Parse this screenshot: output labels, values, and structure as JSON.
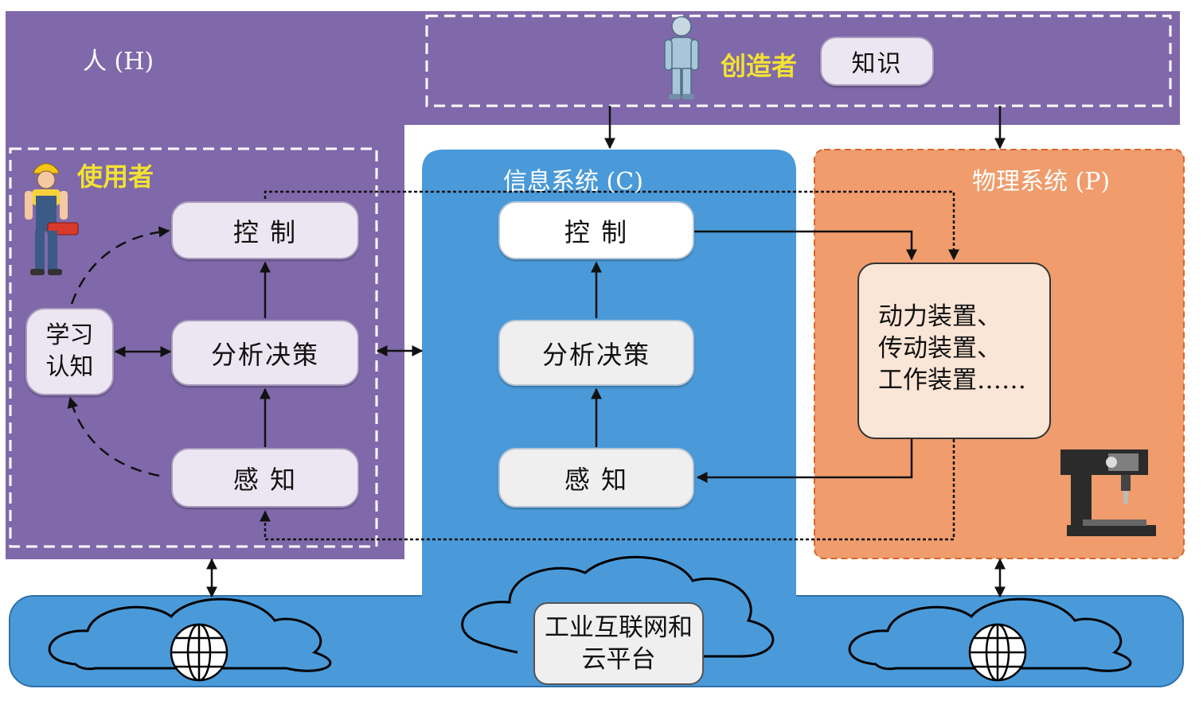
{
  "human": {
    "title": "人 (H)",
    "creator": {
      "label": "创造者",
      "knowledge": "知识"
    },
    "user": {
      "label": "使用者",
      "control": "控 制",
      "analysis": "分析决策",
      "sense": "感 知",
      "learn": [
        "学习",
        "认知"
      ]
    }
  },
  "info_system": {
    "title": "信息系统 (C)",
    "control": "控 制",
    "analysis": "分析决策",
    "sense": "感 知"
  },
  "physical_system": {
    "title": "物理系统 (P)",
    "devices": [
      "动力装置、",
      "传动装置、",
      "工作装置……"
    ]
  },
  "cloud": {
    "label": [
      "工业互联网和",
      "云平台"
    ]
  },
  "colors": {
    "human_purple": "#8069aa",
    "info_blue": "#4a9ad9",
    "physical_orange": "#f09c6c",
    "label_yellow": "#f2e233",
    "node_lavender": "#ebe6f1"
  }
}
